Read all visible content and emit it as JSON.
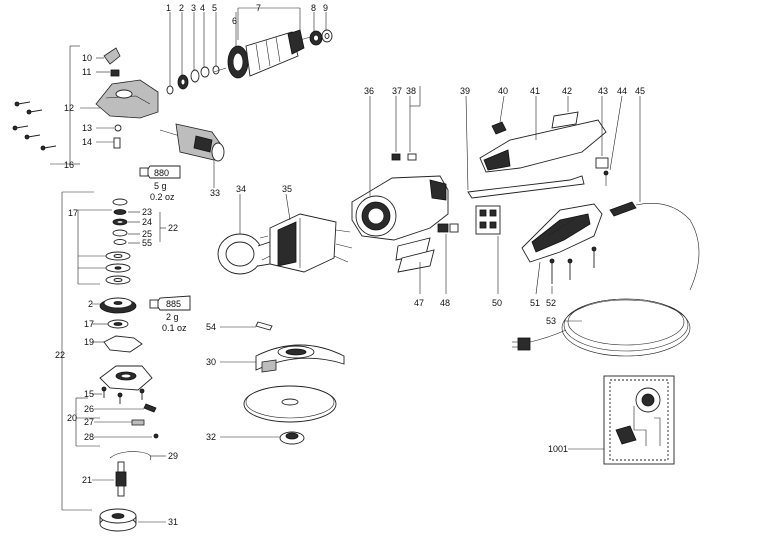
{
  "callouts": {
    "n1": "1",
    "n2": "2",
    "n2b": "2",
    "n3": "3",
    "n4": "4",
    "n5": "5",
    "n6": "6",
    "n7": "7",
    "n8": "8",
    "n9": "9",
    "n10": "10",
    "n11": "11",
    "n12": "12",
    "n13": "13",
    "n14": "14",
    "n15": "15",
    "n16": "16",
    "n17a": "17",
    "n17b": "17",
    "n19": "19",
    "n20": "20",
    "n21": "21",
    "n22a": "22",
    "n22b": "22",
    "n23": "23",
    "n24": "24",
    "n25": "25",
    "n26": "26",
    "n27": "27",
    "n28": "28",
    "n29": "29",
    "n30": "30",
    "n31": "31",
    "n32": "32",
    "n33": "33",
    "n34": "34",
    "n35": "35",
    "n36": "36",
    "n37": "37",
    "n38": "38",
    "n39": "39",
    "n40": "40",
    "n41": "41",
    "n42": "42",
    "n43": "43",
    "n44": "44",
    "n45": "45",
    "n47": "47",
    "n48": "48",
    "n50": "50",
    "n51": "51",
    "n52": "52",
    "n53": "53",
    "n54": "54",
    "n55": "55",
    "n1001": "1001"
  },
  "grease_tubes": {
    "tube_880": {
      "code": "880",
      "amount_g": "5 g",
      "amount_oz": "0.2 oz"
    },
    "tube_885": {
      "code": "885",
      "amount_g": "2 g",
      "amount_oz": "0.1 oz"
    }
  }
}
